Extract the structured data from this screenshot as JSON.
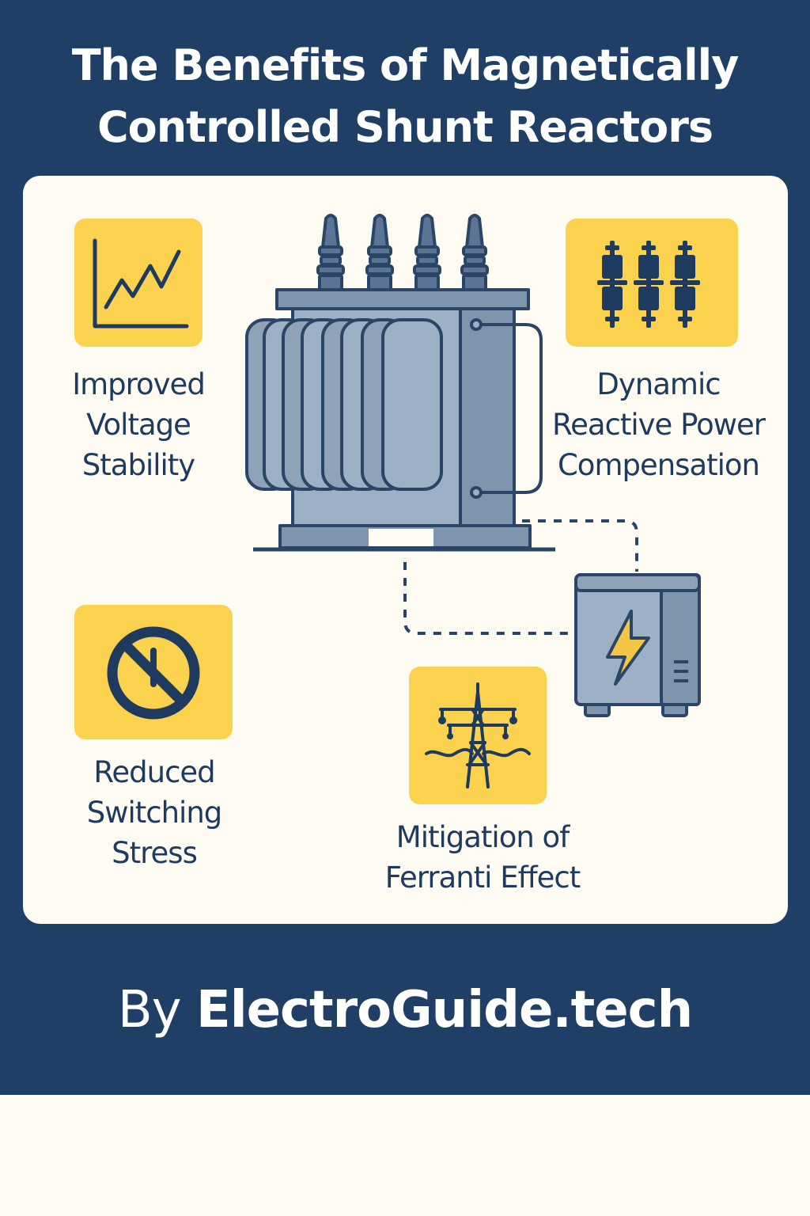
{
  "title_line1": "The Benefits of Magnetically",
  "title_line2": "Controlled Shunt Reactors",
  "benefits": [
    {
      "line1": "Improved",
      "line2": "Voltage",
      "line3": "Stability",
      "icon": "line-chart-icon"
    },
    {
      "line1": "Dynamic",
      "line2": "Reactive Power",
      "line3": "Compensation",
      "icon": "capacitor-bank-icon"
    },
    {
      "line1": "Reduced",
      "line2": "Switching",
      "line3": "Stress",
      "icon": "prohibited-icon"
    },
    {
      "line1": "Mitigation of",
      "line2": "Ferranti Effect",
      "icon": "transmission-tower-icon"
    }
  ],
  "footer": {
    "prefix": "By",
    "brand": "ElectroGuide.tech"
  },
  "colors": {
    "navy": "#203f66",
    "tile_yellow": "#fbd24e",
    "cream": "#fdfbf2",
    "steel": "#8fa2b8",
    "outline": "#2b4566",
    "bolt": "#f4c542"
  }
}
